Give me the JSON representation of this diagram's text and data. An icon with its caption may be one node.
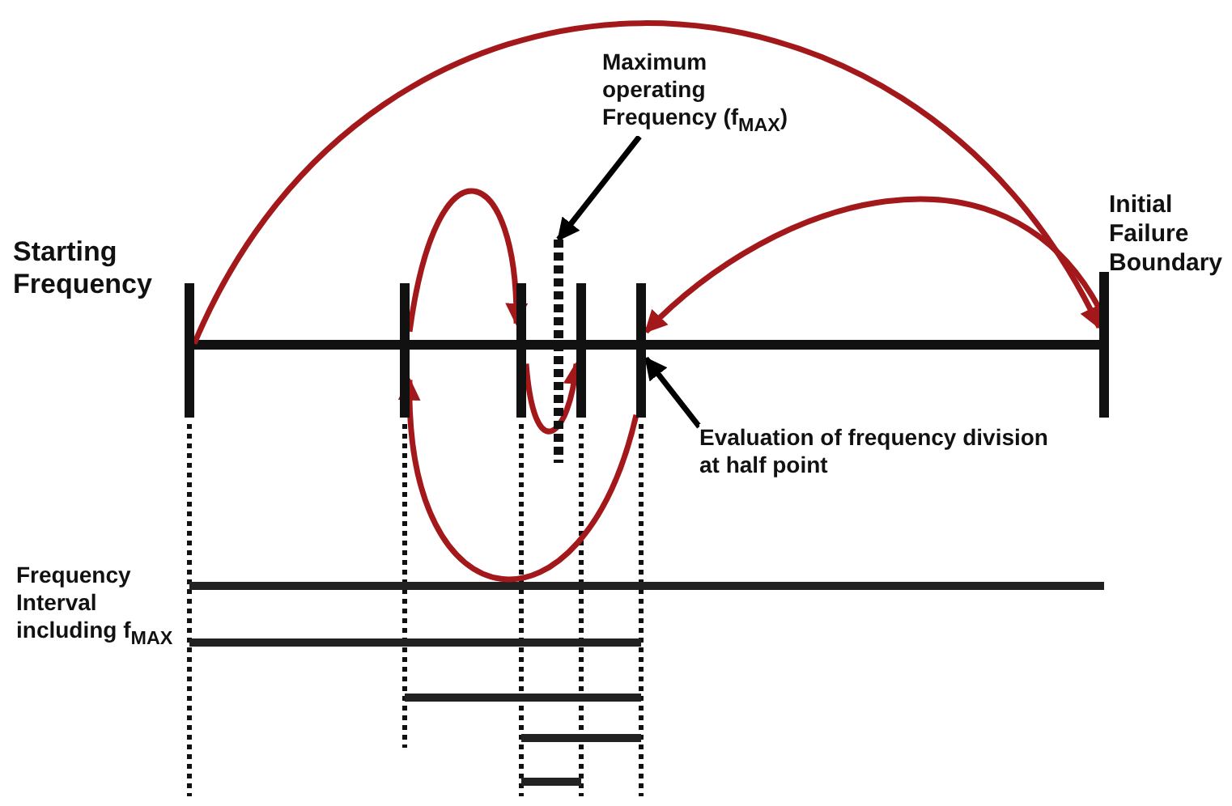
{
  "diagram": {
    "nodes": [
      {
        "text": [],
        "shape": "bar",
        "beside": [
          "Starting Frequency"
        ]
      },
      {
        "text": [],
        "shape": "bar"
      },
      {
        "text": [],
        "shape": "bar"
      },
      {
        "text": [],
        "shape": "bar"
      },
      {
        "text": [],
        "shape": "bar"
      },
      {
        "text": [],
        "shape": "bar"
      },
      {
        "text": [],
        "shape": "bar",
        "beside": [
          "Initial Failure Boundary"
        ]
      },
      {
        "text": [
          "Maximum operating Frequency (f$_{MAX}$)"
        ]
      },
      {
        "text": [
          "Evaluation of frequency division at half point"
        ]
      }
    ],
    "edges": [
      {
        "from": 0,
        "to": 6,
        "arrow": "to"
      },
      {
        "from": 6,
        "to": 5,
        "arrow": "to"
      },
      {
        "from": 5,
        "to": 1,
        "arrow": "to"
      },
      {
        "from": 1,
        "to": 2,
        "arrow": "to"
      },
      {
        "from": 2,
        "to": 4,
        "arrow": "to"
      },
      {
        "from": 7,
        "to": 3,
        "arrow": "to",
        "color": "#000000"
      },
      {
        "from": 8,
        "to": 5,
        "arrow": "to",
        "color": "#000000"
      }
    ],
    "labels": [
      "Frequency Interval including f$_{MAX}$"
    ]
  }
}
